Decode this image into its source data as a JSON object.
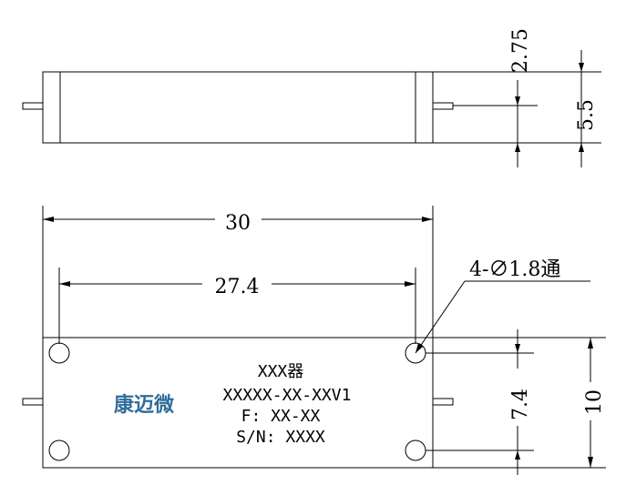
{
  "drawing": {
    "dimensions": {
      "overall_length": "30",
      "hole_spacing": "27.4",
      "flange_thickness": "2.75",
      "body_height": "5.5",
      "hole_pitch_vertical": "7.4",
      "overall_width": "10"
    },
    "hole_callout": "4-∅1.8通",
    "label": {
      "line1": "XXX器",
      "line2": "XXXXX-XX-XXV1",
      "line3": "F: XX-XX",
      "line4": "S/N: XXXX"
    },
    "brand": "康迈微",
    "colors": {
      "line": "#000000",
      "brand": "#2f6d9a",
      "background": "#ffffff"
    }
  }
}
